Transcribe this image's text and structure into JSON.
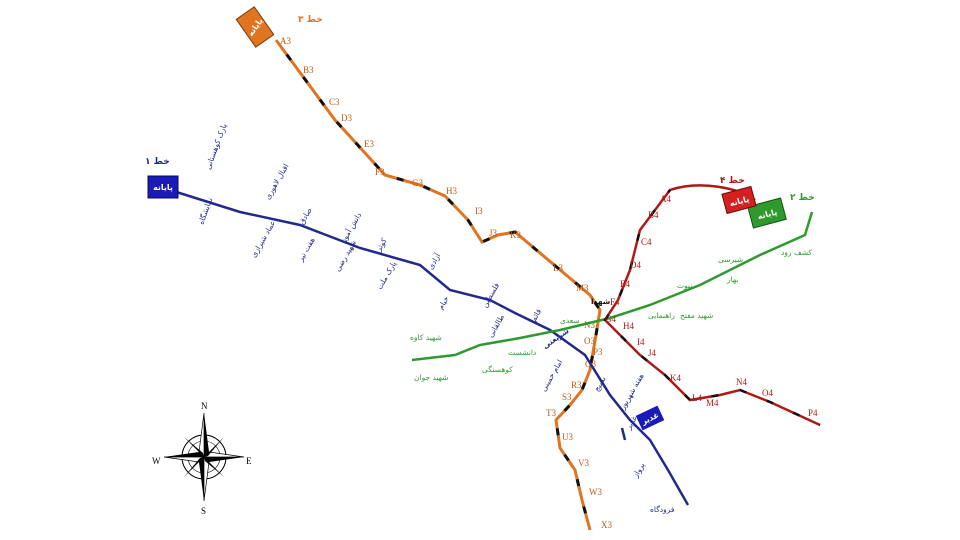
{
  "colors": {
    "line1": "#1f2a8c",
    "line2": "#2e9a2e",
    "line3": "#e07420",
    "line4": "#b01818",
    "label3": "#c05a10",
    "ticks": "#111111"
  },
  "terminal_label": "پایانه",
  "lines": {
    "line1": {
      "name": "خط ۱",
      "stations": [
        "پارک کوهستانی",
        "نمایشگاه",
        "اقبال لاهوری",
        "عماد شیرازی",
        "صادق",
        "هفت تیر",
        "دانش آموز",
        "شهید رضی",
        "کوثر",
        "پارک ملت",
        "آزادی",
        "خیام",
        "فلسطین",
        "طالقانی",
        "قائم",
        "شریعتی",
        "امام خمینی",
        "هفته شهریور",
        "بسیج",
        "غدیر",
        "پرواز",
        "فرودگاه"
      ]
    },
    "line2": {
      "name": "خط ۲",
      "stations": [
        "کشف رود",
        "شیرسی",
        "نبوت",
        "بهار",
        "راهنمایی",
        "شهید مفتح",
        "سعدی",
        "دانشست",
        "شهید کاوه",
        "کوهسنگی",
        "شهید جوان"
      ]
    },
    "line3": {
      "name": "خط ۳",
      "stations": [
        "A3",
        "B3",
        "C3",
        "D3",
        "E3",
        "F3",
        "G3",
        "H3",
        "I3",
        "J3",
        "K3",
        "L3",
        "M3",
        "N3",
        "O3",
        "P3",
        "Q3",
        "R3",
        "S3",
        "T3",
        "U3",
        "V3",
        "W3",
        "X3"
      ],
      "special": "شهدا"
    },
    "line4": {
      "name": "خط ۴",
      "stations": [
        "A4",
        "B4",
        "C4",
        "D4",
        "E4",
        "F4",
        "G4",
        "H4",
        "I4",
        "J4",
        "K4",
        "L4",
        "M4",
        "N4",
        "O4",
        "P4"
      ]
    }
  },
  "terminals": {
    "gadir": "غدیر"
  },
  "compass": {
    "icon": "compass-rose-icon",
    "n": "N",
    "s": "S",
    "e": "E",
    "w": "W"
  }
}
